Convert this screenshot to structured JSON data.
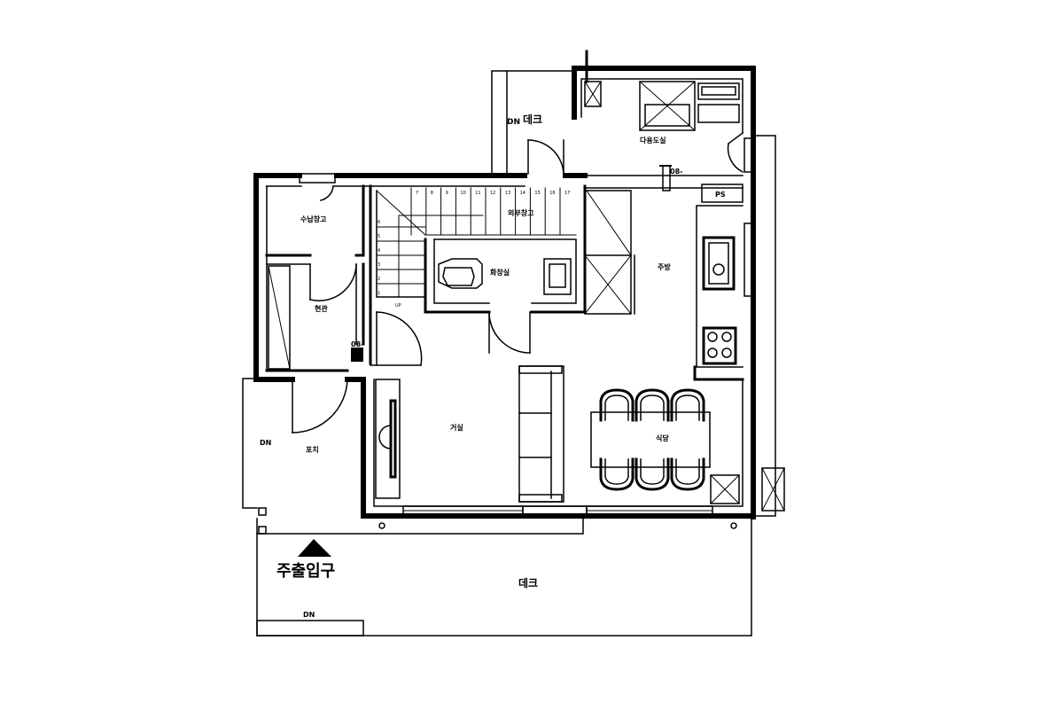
{
  "rooms": {
    "deck_top": "데크",
    "deck_top_dn": "DN",
    "utility": "다용도실",
    "storage": "수납창고",
    "outdoor_storage": "외부창고",
    "bathroom": "화장실",
    "kitchen": "주방",
    "ps": "PS",
    "entrance": "현관",
    "living": "거실",
    "dining": "식당",
    "porch": "포치",
    "porch_dn": "DN",
    "deck_bottom": "데크",
    "deck_bottom_dn": "DN",
    "main_entrance": "주출입구",
    "stair_up": "UP"
  },
  "stair_numbers": [
    "7",
    "8",
    "9",
    "10",
    "11",
    "12",
    "13",
    "14",
    "15",
    "16",
    "17"
  ],
  "stair_numbers_side": [
    "6",
    "5",
    "4",
    "3",
    "2",
    "1"
  ],
  "level_marks": [
    "08-",
    "08-"
  ]
}
